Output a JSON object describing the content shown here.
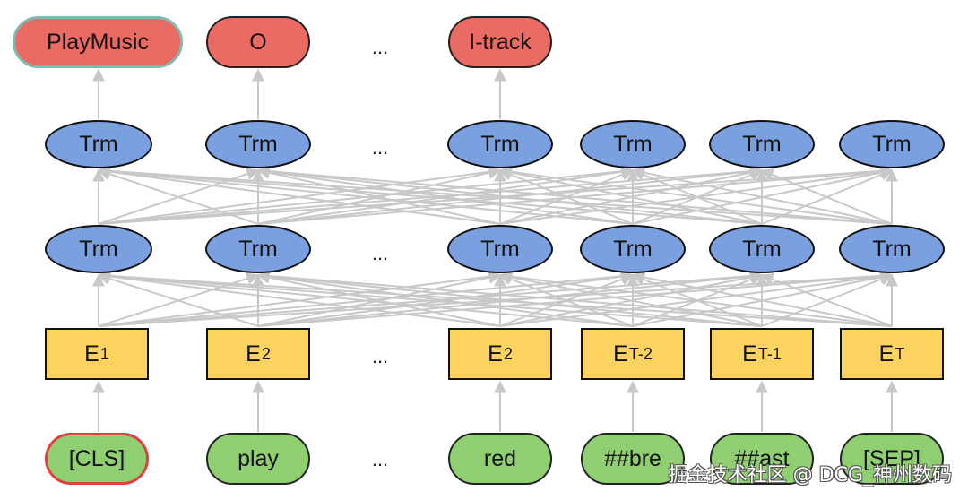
{
  "diagram": {
    "outputs": [
      "PlayMusic",
      "O",
      "",
      "I-track",
      "",
      "",
      ""
    ],
    "trm_label": "Trm",
    "embeddings": [
      {
        "base": "E",
        "sub": "1"
      },
      {
        "base": "E",
        "sub": "2"
      },
      null,
      {
        "base": "E",
        "sub": "2"
      },
      {
        "base": "E",
        "sub": "T-2"
      },
      {
        "base": "E",
        "sub": "T-1"
      },
      {
        "base": "E",
        "sub": "T"
      }
    ],
    "tokens": [
      "[CLS]",
      "play",
      "",
      "red",
      "##bre",
      "##ast",
      "[SEP]"
    ],
    "ellipsis": "..."
  },
  "watermark": "掘金技术社区 @ DCG_神州数码",
  "colors": {
    "output_fill": "#e96b63",
    "trm_fill": "#7aa0df",
    "embedding_fill": "#fdd35f",
    "token_fill": "#8fcf72",
    "arrow": "#c8c8c8"
  }
}
